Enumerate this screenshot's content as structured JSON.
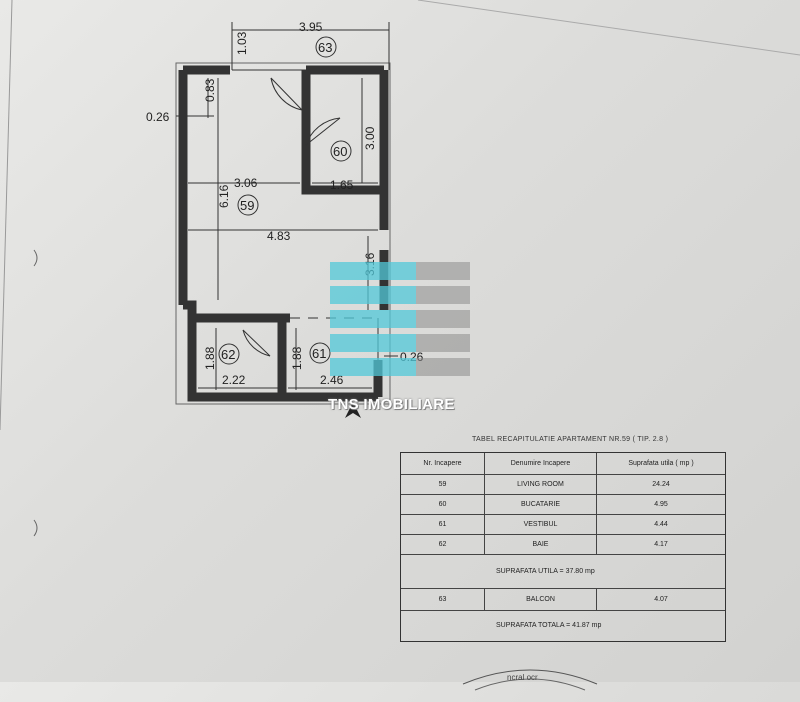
{
  "plan": {
    "dimensions": {
      "overall_width": "3.95",
      "balcony_depth": "1.03",
      "wall_small": "0.83",
      "wall_thickness_left": "0.26",
      "kitchen_height": "3.00",
      "kitchen_width": "1.65",
      "living_upper_width": "3.06",
      "living_height": "6.16",
      "living_width": "4.83",
      "hall_height": "3.16",
      "bath_height": "1.88",
      "bath_width": "2.22",
      "hall_lower_height": "1.88",
      "hall_width": "2.46",
      "wall_thickness_right": "0.26"
    },
    "rooms": {
      "balcony": "63",
      "kitchen": "60",
      "living": "59",
      "hall": "61",
      "bath": "62"
    }
  },
  "watermark": {
    "text": "TNS IMOBILIARE"
  },
  "table": {
    "title": "TABEL RECAPITULATIE APARTAMENT NR.59 ( TIP. 2.8 )",
    "headers": [
      "Nr. Incapere",
      "Denumire Incapere",
      "Suprafata utila ( mp )"
    ],
    "rows": [
      {
        "nr": "59",
        "name": "LIVING ROOM",
        "area": "24.24"
      },
      {
        "nr": "60",
        "name": "BUCATARIE",
        "area": "4.95"
      },
      {
        "nr": "61",
        "name": "VESTIBUL",
        "area": "4.44"
      },
      {
        "nr": "62",
        "name": "BAIE",
        "area": "4.17"
      }
    ],
    "useful_total": "SUPRAFATA UTILA = 37.80 mp",
    "balcony_row": {
      "nr": "63",
      "name": "BALCON",
      "area": "4.07"
    },
    "grand_total": "SUPRAFATA TOTALA = 41.87 mp"
  },
  "stamp": {
    "text": "ncral ocr"
  }
}
